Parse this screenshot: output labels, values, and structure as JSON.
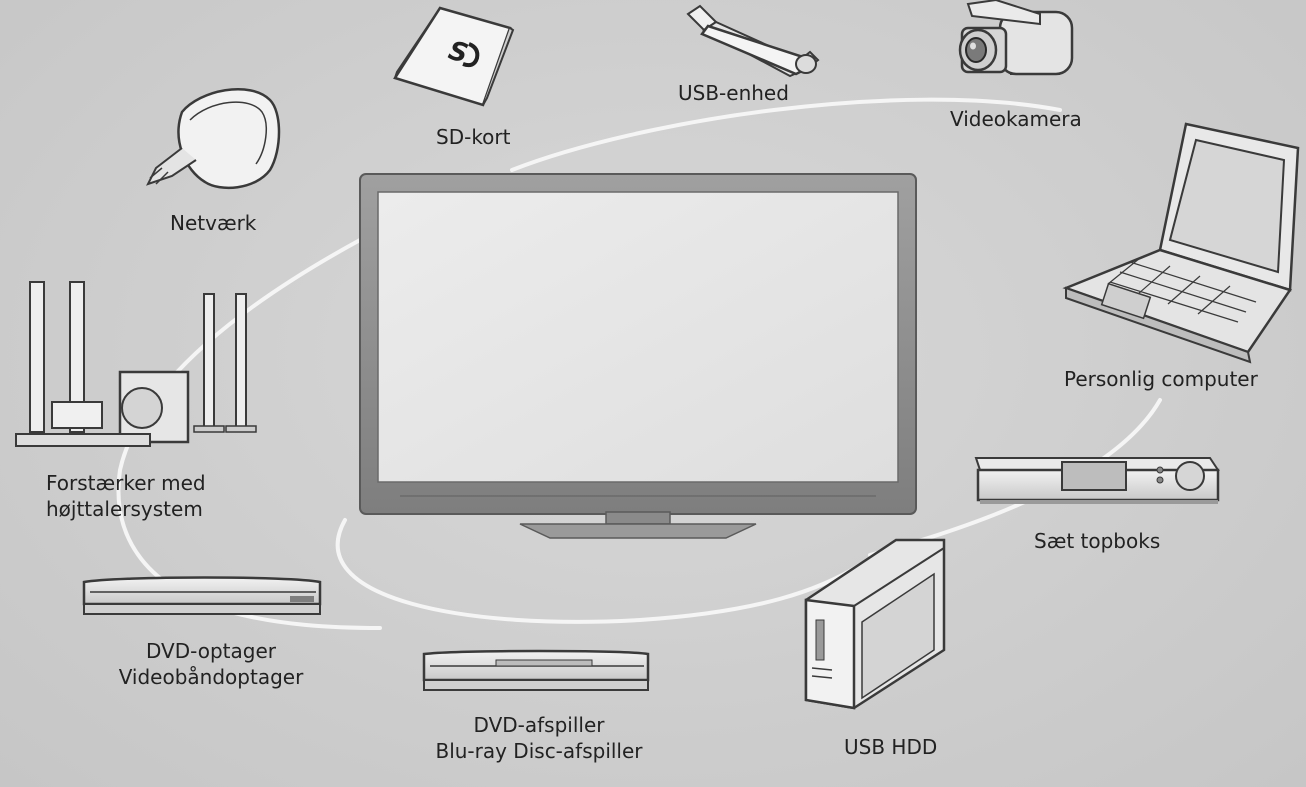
{
  "devices": {
    "sd_card": {
      "label": "SD-kort",
      "icon": "sd-card-icon"
    },
    "usb_drive": {
      "label": "USB-enhed",
      "icon": "usb-drive-icon"
    },
    "camcorder": {
      "label": "Videokamera",
      "icon": "camcorder-icon"
    },
    "network": {
      "label": "Netværk",
      "icon": "wireless-adapter-icon"
    },
    "laptop": {
      "label": "Personlig computer",
      "icon": "laptop-icon"
    },
    "amplifier": {
      "lines": [
        "Forstærker med",
        "højttalersystem"
      ],
      "icon": "speaker-system-icon"
    },
    "set_top_box": {
      "label": "Sæt topboks",
      "icon": "set-top-box-icon"
    },
    "dvd_recorder": {
      "lines": [
        "DVD-optager",
        "Videobåndoptager"
      ],
      "icon": "dvd-recorder-icon"
    },
    "dvd_player": {
      "lines": [
        "DVD-afspiller",
        "Blu-ray Disc-afspiller"
      ],
      "icon": "dvd-player-icon"
    },
    "usb_hdd": {
      "label": "USB HDD",
      "icon": "external-hdd-icon"
    }
  },
  "center": {
    "icon": "television-icon"
  },
  "colors": {
    "background": "#cfcfcf",
    "outline": "#4a4a4a",
    "device_fill": "#e8e8e8",
    "tv_frame": "#8e8e8e",
    "tv_screen": "#e6e6e6",
    "ring": "#f4f4f4"
  }
}
